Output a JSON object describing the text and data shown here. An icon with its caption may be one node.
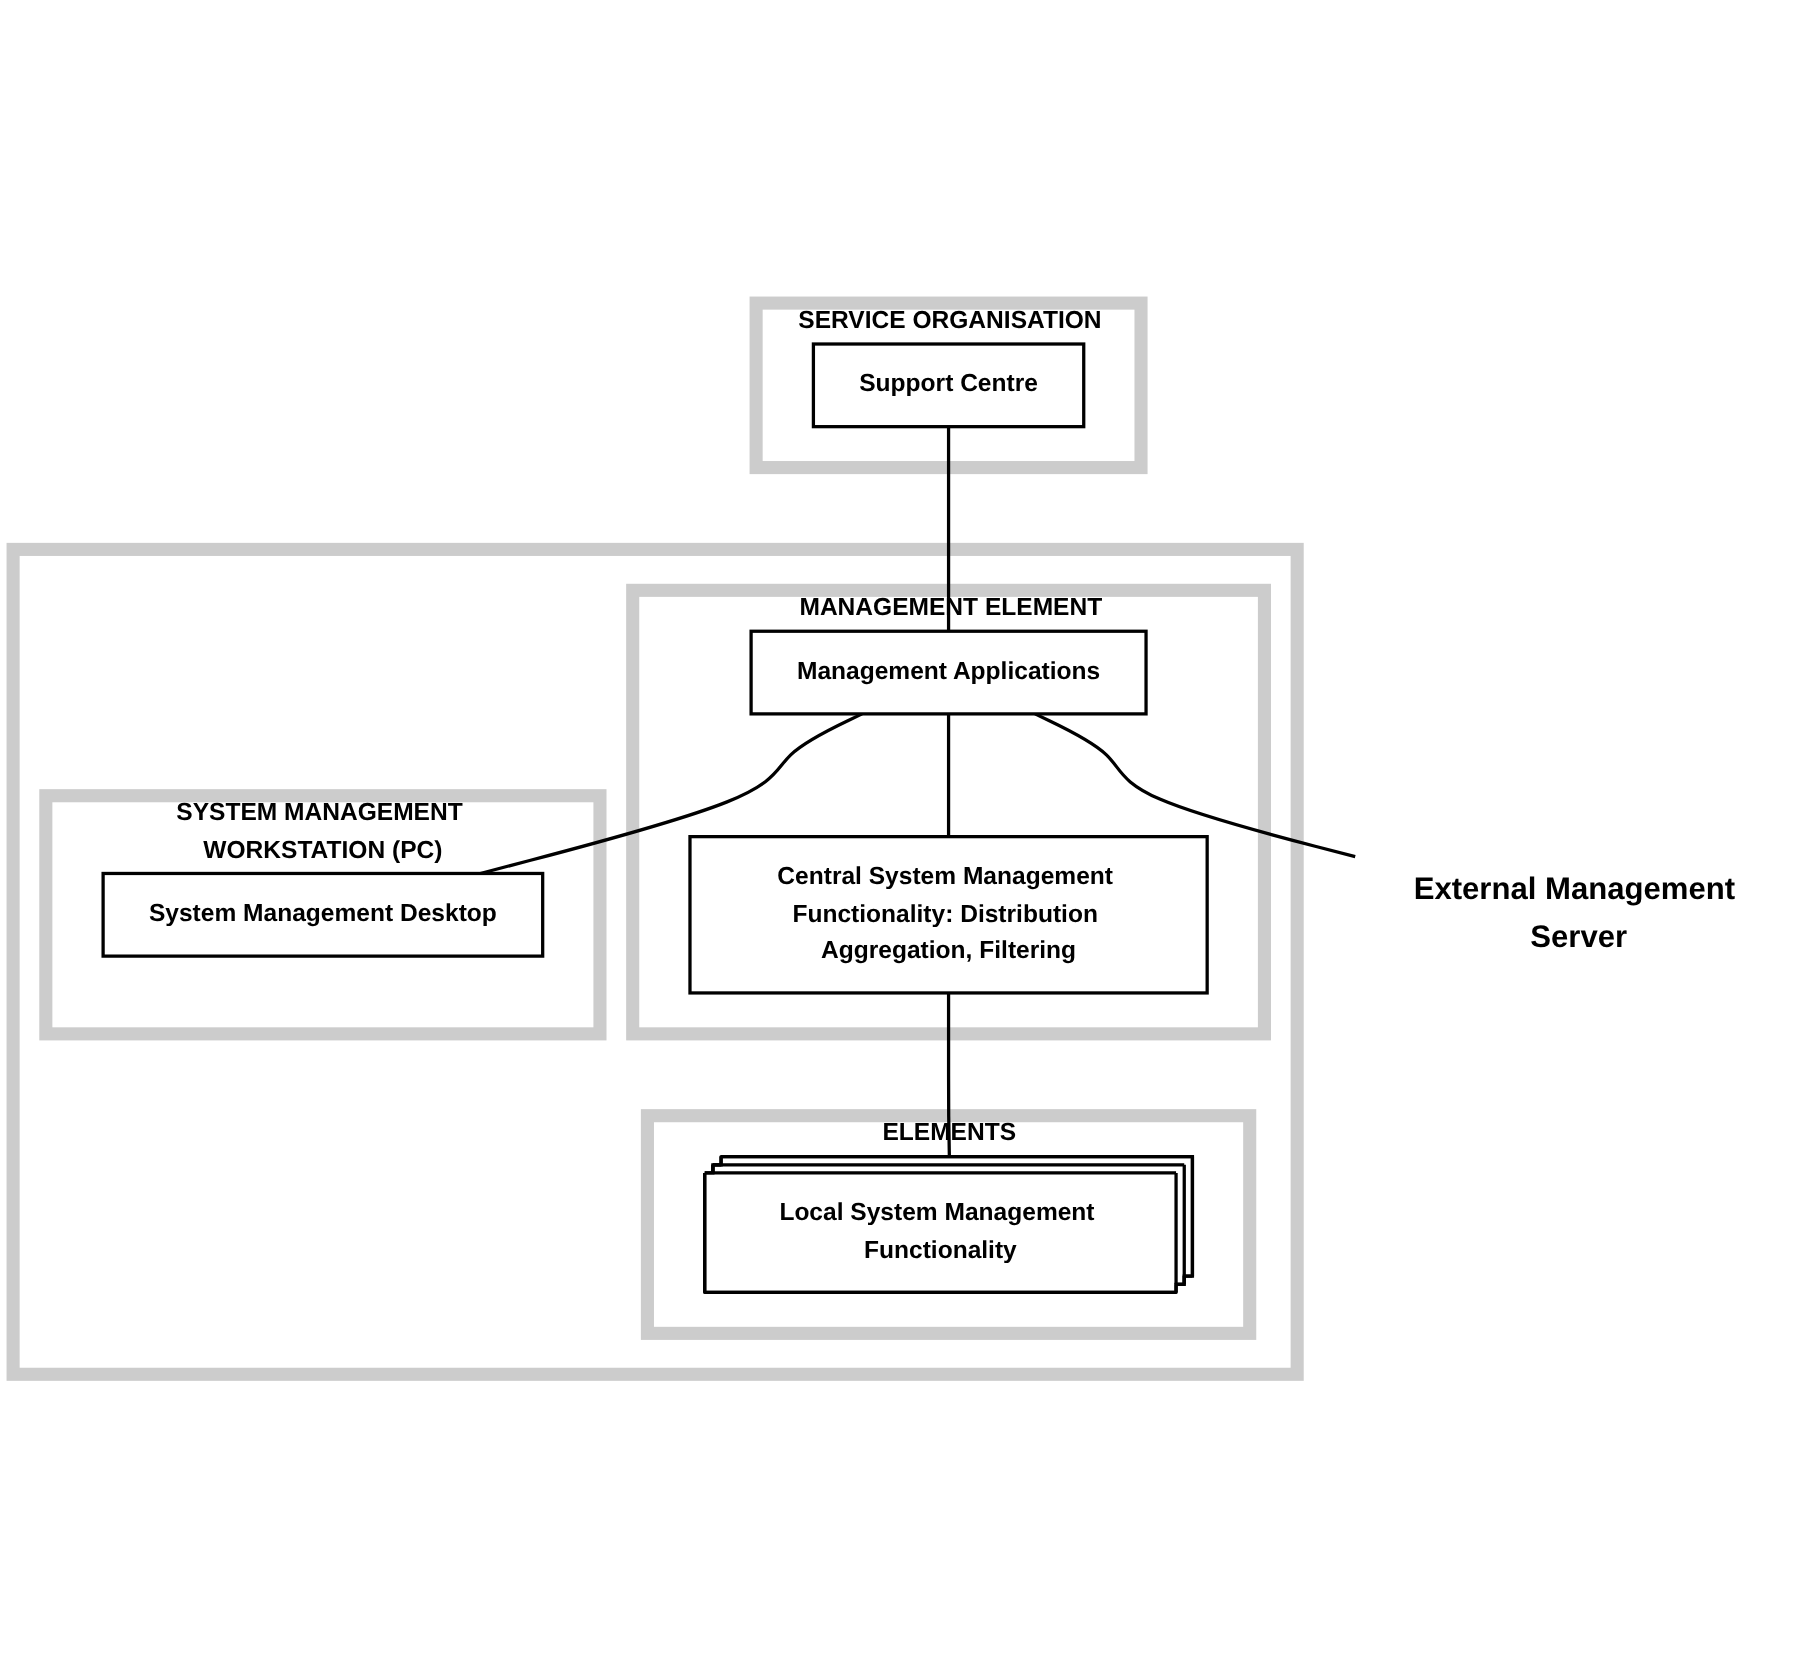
{
  "diagram": {
    "nodes": [
      {
        "text": [
          "SERVICE ORGANISATION"
        ]
      },
      {
        "text": [
          "Support Centre"
        ],
        "in": 0
      },
      {
        "text": [],
        "shape": "box"
      },
      {
        "text": [
          "MANAGEMENT ELEMENT"
        ],
        "in": 2
      },
      {
        "text": [
          "Management Applications"
        ],
        "in": 3
      },
      {
        "text": [
          "Central System Management Functionality: Distribution Aggregation, Filtering"
        ],
        "in": 3
      },
      {
        "text": [
          "SYSTEM MANAGEMENT WORKSTATION (PC)"
        ],
        "in": 2
      },
      {
        "text": [
          "System Management Desktop"
        ],
        "in": 6
      },
      {
        "text": [
          "ELEMENTS"
        ],
        "in": 2
      },
      {
        "text": [
          "Local System Management Functionality"
        ],
        "in": 8
      },
      {
        "text": [
          "External Management Server"
        ]
      }
    ],
    "edges": [
      {
        "from": 1,
        "to": 4,
        "arrow": "none"
      },
      {
        "from": 4,
        "to": 5,
        "arrow": "none"
      },
      {
        "from": 5,
        "to": 9,
        "arrow": "none"
      },
      {
        "from": 4,
        "to": 7,
        "arrow": "none"
      },
      {
        "from": 4,
        "to": 10,
        "arrow": "none"
      }
    ]
  }
}
